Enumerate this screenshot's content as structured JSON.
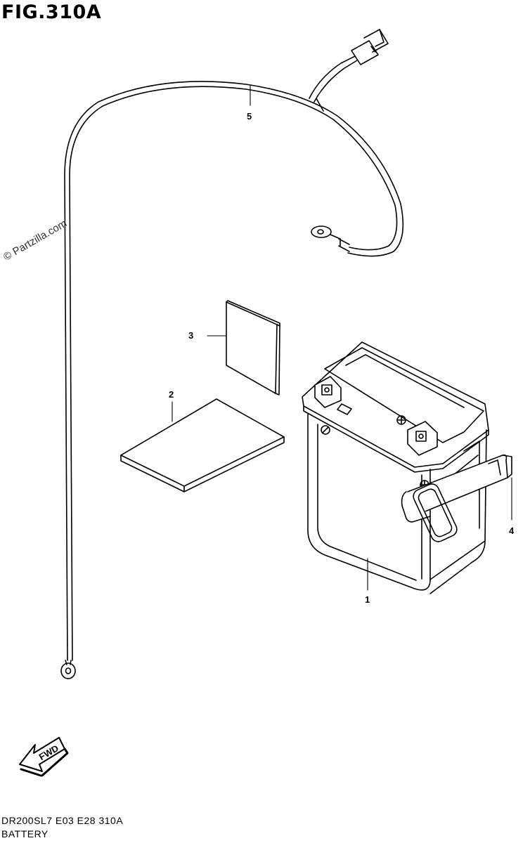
{
  "figure": {
    "title": "FIG.310A"
  },
  "watermark": "© Partzilla.com",
  "callouts": [
    {
      "id": "battery",
      "number": "1"
    },
    {
      "id": "instruction-manual",
      "number": "2"
    },
    {
      "id": "label",
      "number": "3"
    },
    {
      "id": "battery-band",
      "number": "4"
    },
    {
      "id": "battery-cable",
      "number": "5"
    }
  ],
  "fwd_arrow": {
    "label": "FWD"
  },
  "footer": {
    "model_code": "DR200SL7  E03  E28  310A",
    "section_name": "BATTERY"
  }
}
